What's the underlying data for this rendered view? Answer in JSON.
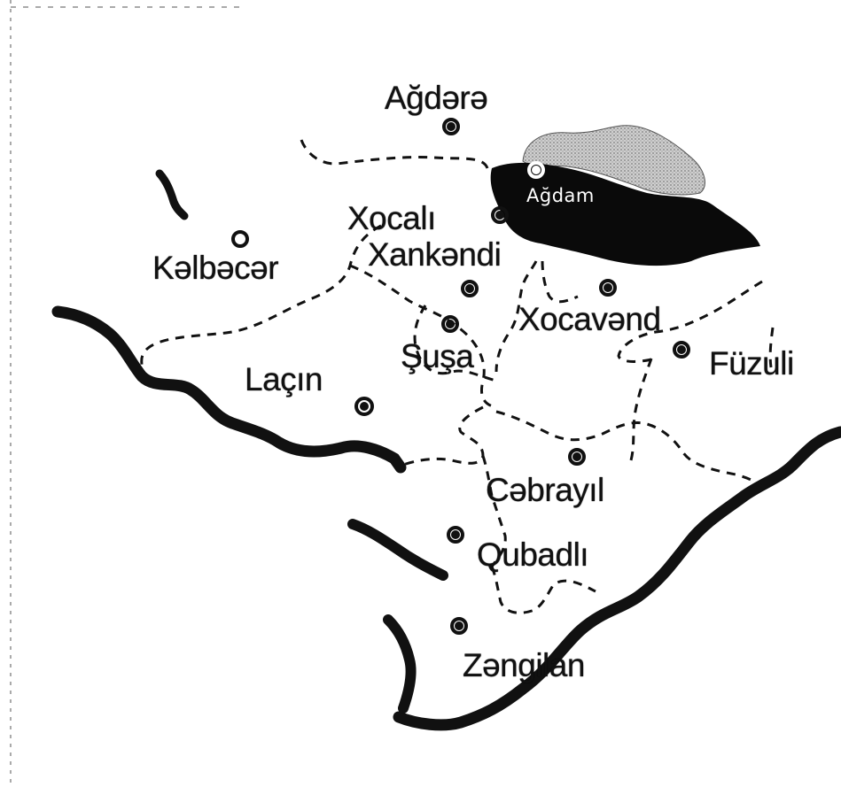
{
  "map": {
    "colors": {
      "border_river": "#111111",
      "dashed_boundary": "#111111",
      "occupied_area": "#0a0a0a",
      "hatched_area": "#bdbdbd",
      "background": "#ffffff"
    },
    "places": [
      {
        "id": "agdere",
        "label": "Ağdərə"
      },
      {
        "id": "agdam",
        "label": "Ağdam"
      },
      {
        "id": "xocali",
        "label": "Xocalı"
      },
      {
        "id": "xankendi",
        "label": "Xankəndi"
      },
      {
        "id": "kelbecer",
        "label": "Kəlbəcər"
      },
      {
        "id": "xocavend",
        "label": "Xocavənd"
      },
      {
        "id": "susa",
        "label": "Şuşa"
      },
      {
        "id": "fuzuli",
        "label": "Füzuli"
      },
      {
        "id": "lacin",
        "label": "Laçın"
      },
      {
        "id": "cebrayil",
        "label": "Cəbrayıl"
      },
      {
        "id": "qubadli",
        "label": "Qubadlı"
      },
      {
        "id": "zengilan",
        "label": "Zəngilan"
      }
    ]
  }
}
